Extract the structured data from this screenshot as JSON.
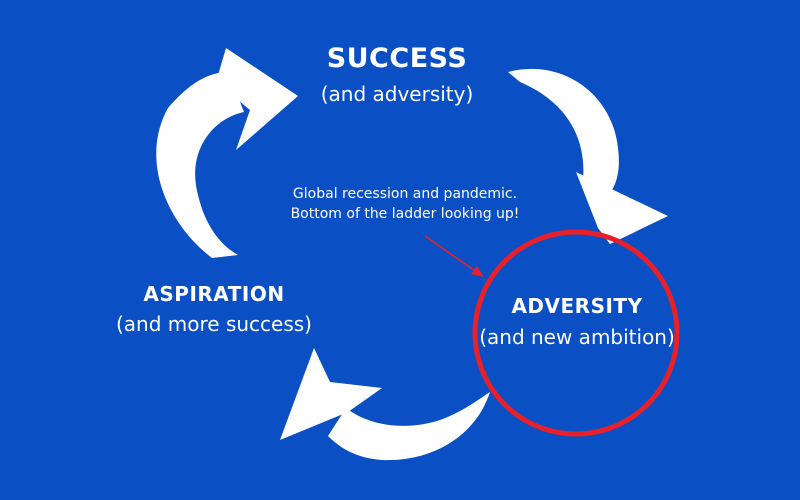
{
  "nodes": {
    "success": {
      "title": "SUCCESS",
      "subtitle": "(and adversity)"
    },
    "adversity": {
      "title": "ADVERSITY",
      "subtitle": "(and new ambition)"
    },
    "aspiration": {
      "title": "ASPIRATION",
      "subtitle": "(and more success)"
    }
  },
  "annotation": {
    "line1": "Global recession and pandemic.",
    "line2": "Bottom of the ladder looking up!"
  },
  "colors": {
    "background": "#0a50c4",
    "arrow": "#ffffff",
    "highlight": "#e8202a"
  }
}
